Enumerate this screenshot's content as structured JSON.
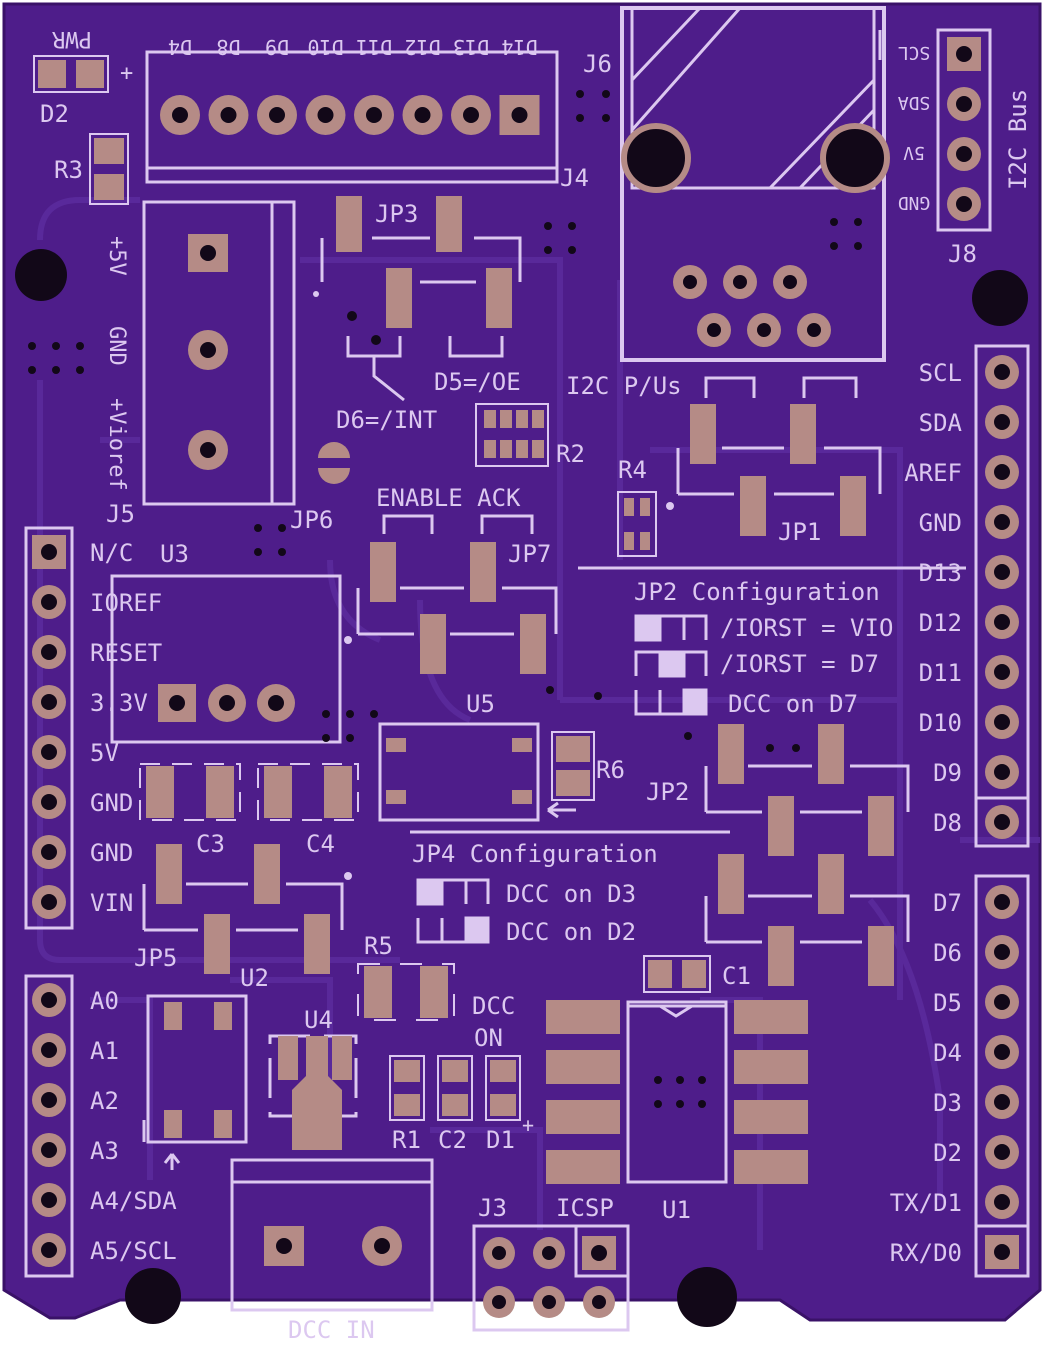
{
  "board": {
    "colors": {
      "board": "#4e1d8a",
      "board_edge": "#3a1268",
      "trace": "#5a2a9a",
      "silk": "#dcc8f0",
      "pad": "#b58b86",
      "pad_dark": "#8d6a68",
      "hole": "#120818",
      "drill": "#7a5a5a"
    }
  },
  "labels": {
    "pwr": "PWR",
    "plus1": "+",
    "d2": "D2",
    "r3": "R3",
    "j4_pins": [
      "D4",
      "D8",
      "D9",
      "D10",
      "D11",
      "D12",
      "D13",
      "D14"
    ],
    "j4": "J4",
    "j6": "J6",
    "j5_side": [
      "+5V",
      "GND",
      "+Vioref"
    ],
    "j5": "J5",
    "jp3": "JP3",
    "d5": "D5=/OE",
    "d6": "D6=/INT",
    "r2": "R2",
    "i2c_pus": "I2C P/Us",
    "r4": "R4",
    "jp1": "JP1",
    "jp6": "JP6",
    "i2c_pins": [
      "SCL",
      "SDA",
      "5V",
      "GND"
    ],
    "i2c_bus": "I2C Bus",
    "j8": "J8",
    "enable_ack": "ENABLE ACK",
    "jp7": "JP7",
    "u3": "U3",
    "left_power": [
      "N/C",
      "IOREF",
      "RESET",
      "3.3V",
      "5V",
      "GND",
      "GND",
      "VIN"
    ],
    "right_top": [
      "SCL",
      "SDA",
      "AREF",
      "GND",
      "D13",
      "D12",
      "D11",
      "D10",
      "D9",
      "D8"
    ],
    "right_bottom": [
      "D7",
      "D6",
      "D5",
      "D4",
      "D3",
      "D2",
      "TX/D1",
      "RX/D0"
    ],
    "analog": [
      "A0",
      "A1",
      "A2",
      "A3",
      "A4/SDA",
      "A5/SCL"
    ],
    "jp2_config": "JP2 Configuration",
    "jp2_opts": [
      "/IORST = VIO",
      "/IORST = D7",
      "DCC on D7"
    ],
    "u5": "U5",
    "r6": "R6",
    "jp2": "JP2",
    "c3": "C3",
    "c4": "C4",
    "jp4_config": "JP4  Configuration",
    "jp4_opts": [
      "DCC on D3",
      "DCC on D2"
    ],
    "jp5": "JP5",
    "u2": "U2",
    "r5": "R5",
    "c1": "C1",
    "u4": "U4",
    "dcc_on": [
      "DCC",
      "ON"
    ],
    "r1": "R1",
    "c2": "C2",
    "d1": "D1",
    "plus2": "+",
    "j3": "J3",
    "icsp": "ICSP",
    "u1": "U1",
    "dcc_in": "DCC IN"
  }
}
